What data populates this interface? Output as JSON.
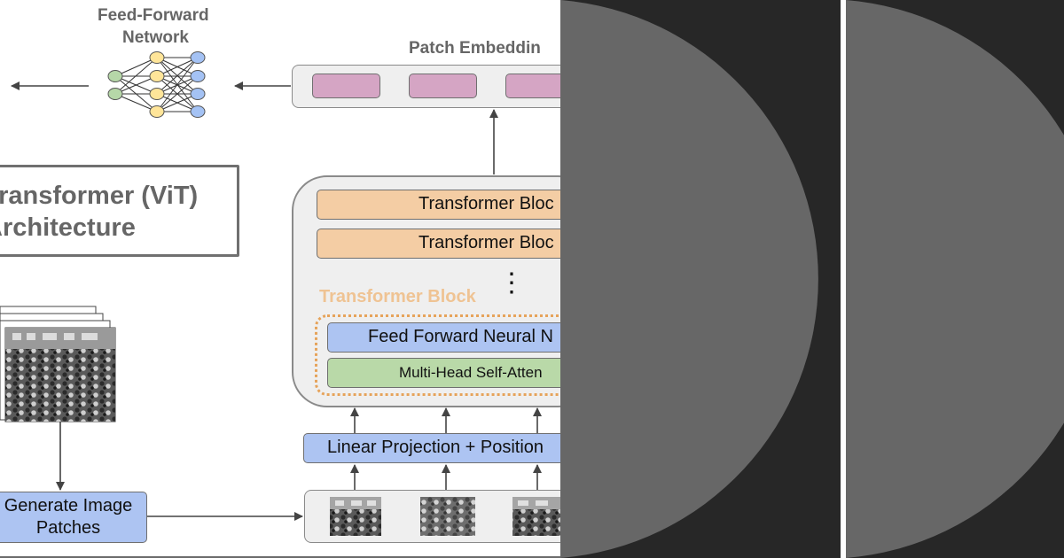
{
  "diagram": {
    "ffn_network_title": [
      "Feed-Forward",
      "Network"
    ],
    "patch_embedding_title": "Patch Embeddin",
    "architecture_title": [
      "Transformer (ViT)",
      "Architecture"
    ],
    "transformer_blocks": [
      "Transformer Bloc",
      "Transformer Bloc"
    ],
    "ellipsis": "⋮",
    "transformer_block_label": "Transformer Block",
    "feed_forward_label": "Feed Forward Neural N",
    "attention_label": "Multi-Head Self-Atten",
    "linear_projection_label": "Linear Projection + Position",
    "generate_patches_label": [
      "Generate Image",
      "Patches"
    ]
  },
  "colors": {
    "orange_block": "#f4cda4",
    "blue_block": "#adc4f2",
    "green_block": "#b9d9a8",
    "pink_embedding": "#d5a5c4",
    "dotted_border": "#e6a35a",
    "dark_panel": "#272727",
    "half_circle": "#676767"
  }
}
